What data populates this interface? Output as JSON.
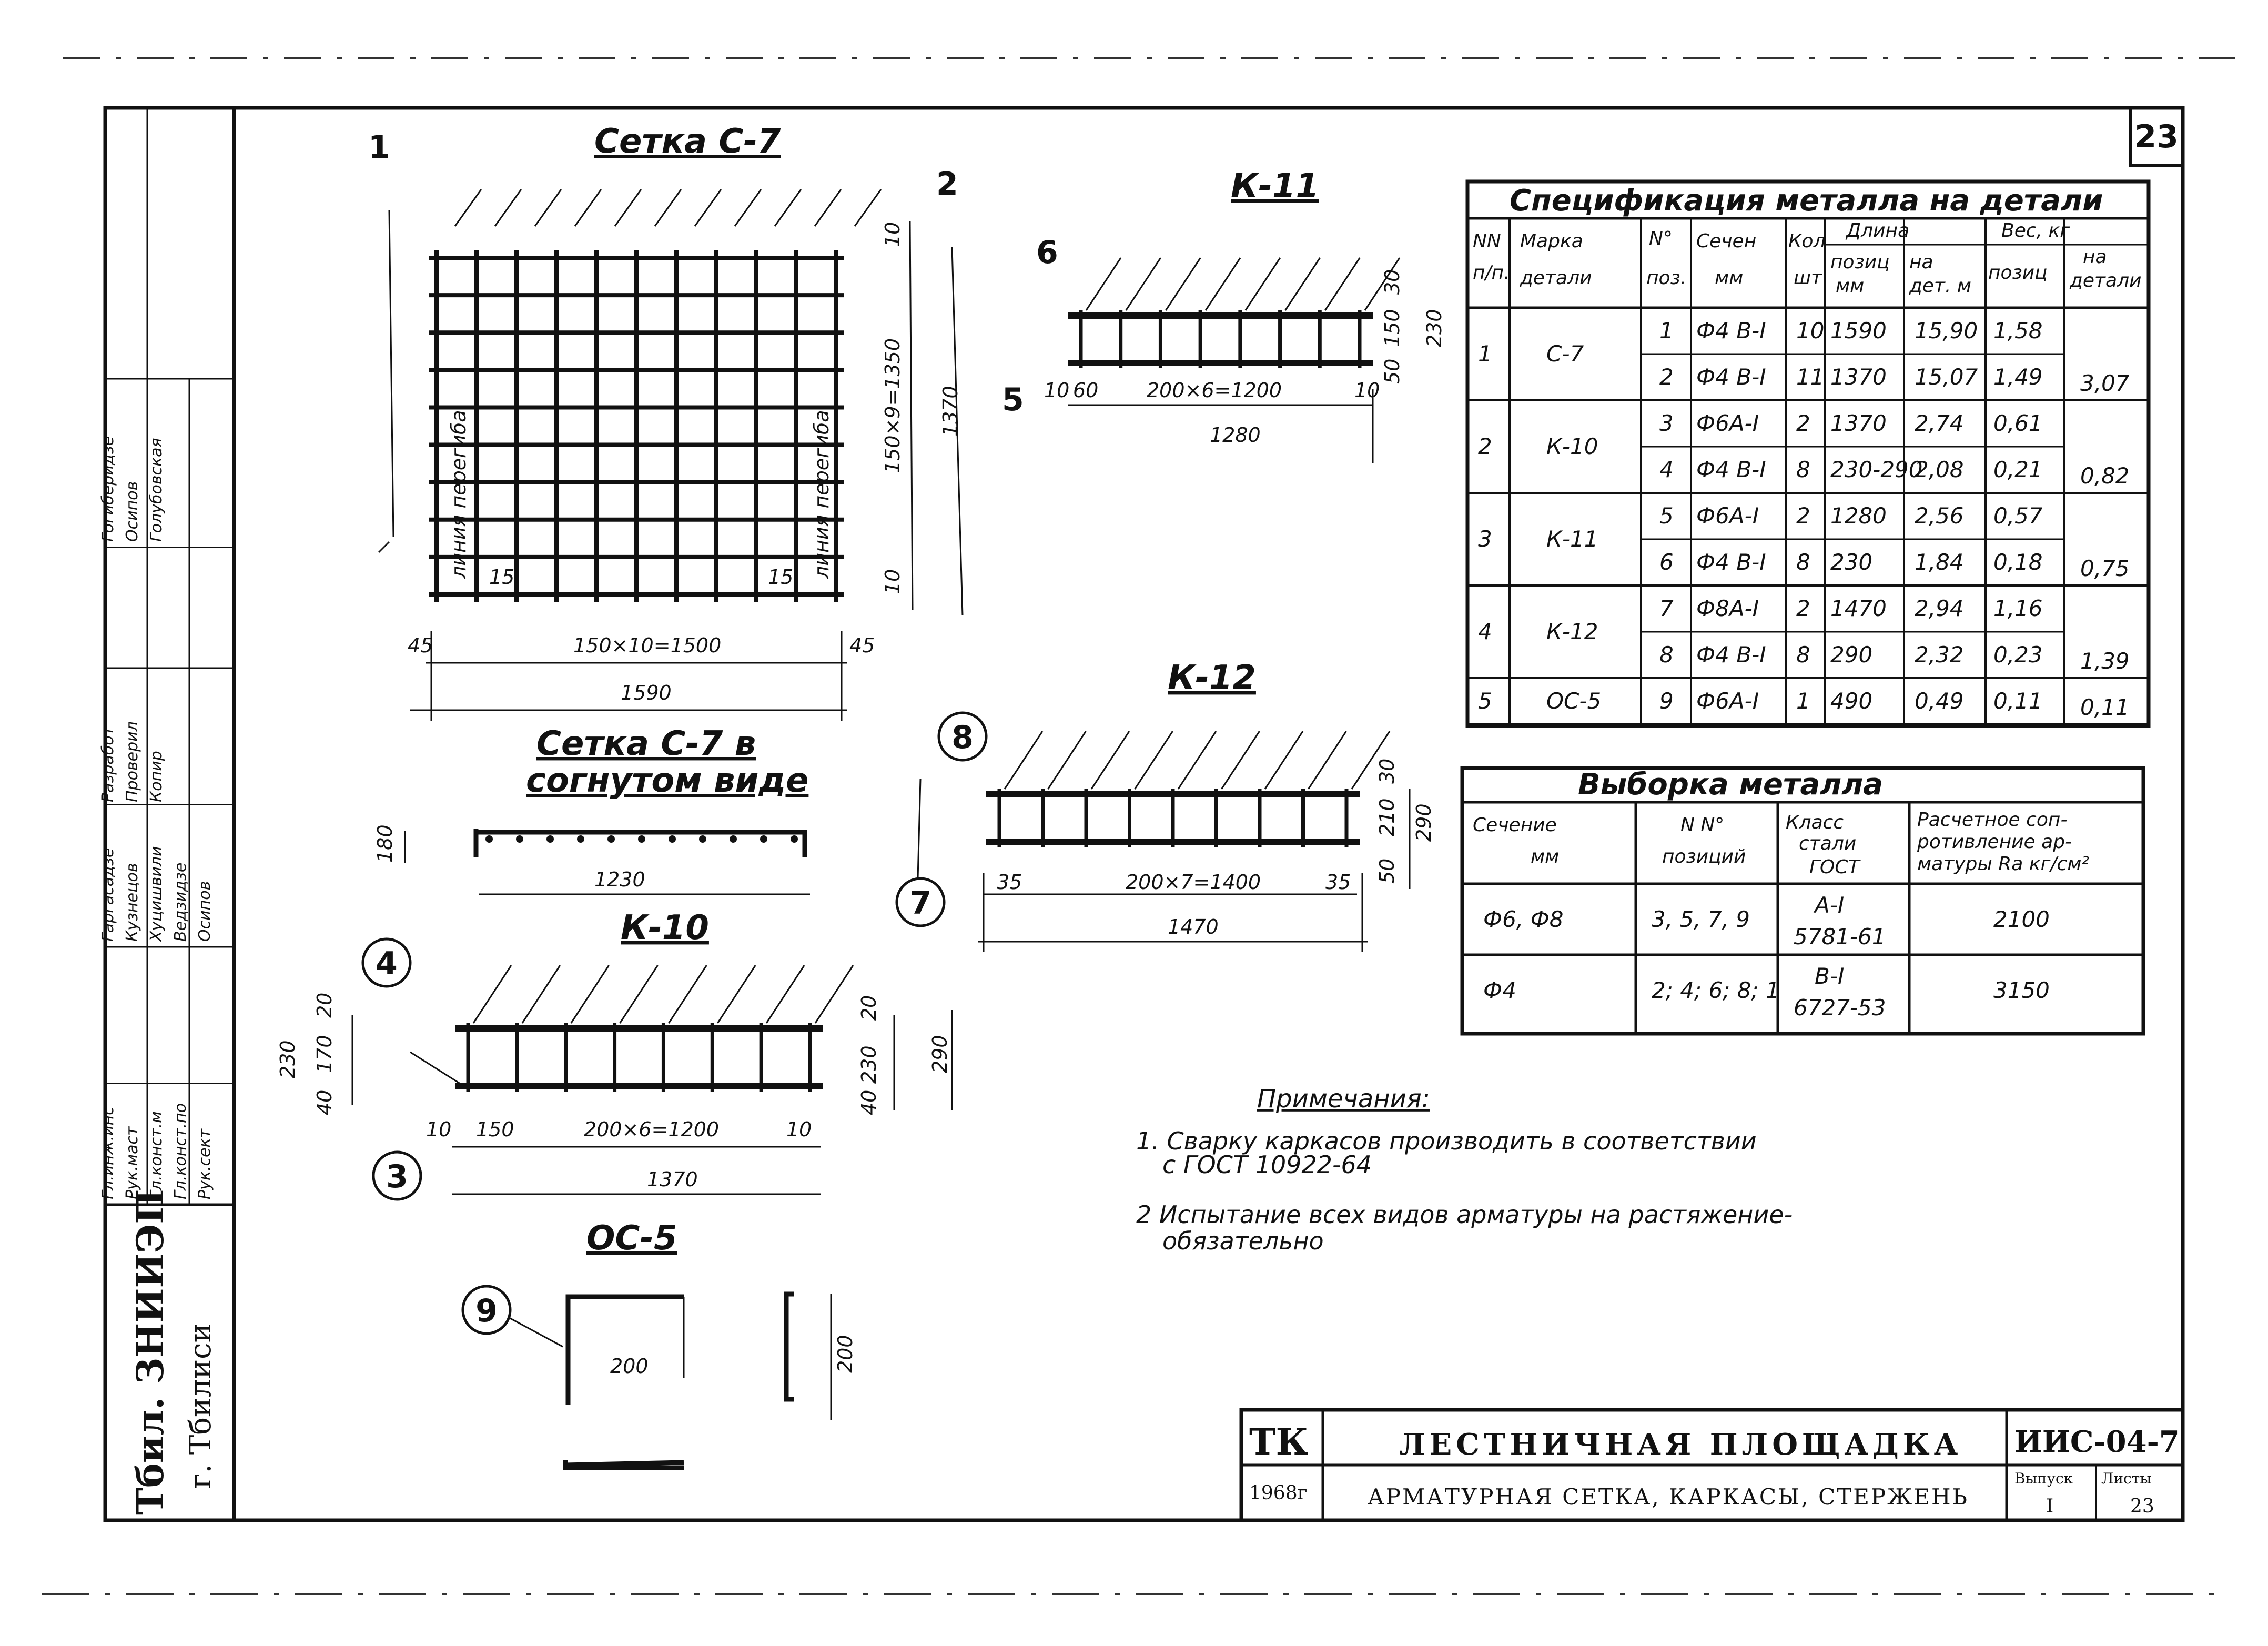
{
  "sheet_number": "23",
  "meshes": {
    "c7": {
      "title": "Сетка С-7",
      "pos_num_1": "1",
      "pos_num_2": "2",
      "cell_15_left": "15",
      "cell_15_right": "15",
      "side_note": "линия перегиба",
      "dim_top_10": "10",
      "dim_bottom_10": "10",
      "dim_vert_spacing": "150×9=1350",
      "dim_total_height": "1370",
      "dim_left_45": "45",
      "dim_right_45": "45",
      "dim_horiz_spacing": "150×10=1500",
      "dim_total_width": "1590"
    },
    "c7_bent": {
      "title_line1": "Сетка С-7 в",
      "title_line2": "согнутом виде",
      "dim_height": "180",
      "dim_length": "1230"
    },
    "k10": {
      "title": "К-10",
      "pos_num_4": "4",
      "pos_num_3": "3",
      "dim_left_230": "230",
      "dim_20": "20",
      "dim_170": "170",
      "dim_40": "40",
      "dim_right_20": "20",
      "dim_right_230": "230",
      "dim_right_40": "40",
      "dim_290": "290",
      "dim_10_left": "10",
      "dim_150": "150",
      "dim_spacing": "200×6=1200",
      "dim_10_right": "10",
      "dim_total": "1370"
    },
    "oc5": {
      "title": "ОС-5",
      "pos_num_9": "9",
      "dim_200_horiz": "200",
      "dim_200_vert": "200"
    },
    "k11": {
      "title": "К-11",
      "pos_num_6": "6",
      "pos_num_5": "5",
      "dim_30": "30",
      "dim_150": "150",
      "dim_50": "50",
      "dim_230": "230",
      "dim_10_left": "10",
      "dim_60": "60",
      "dim_spacing": "200×6=1200",
      "dim_10_right": "10",
      "dim_total": "1280"
    },
    "k12": {
      "title": "К-12",
      "pos_num_8": "8",
      "pos_num_7": "7",
      "dim_30": "30",
      "dim_210": "210",
      "dim_50": "50",
      "dim_290": "290",
      "dim_35_left": "35",
      "dim_spacing": "200×7=1400",
      "dim_35_right": "35",
      "dim_total": "1470"
    }
  },
  "spec_table": {
    "title": "Спецификация металла на детали",
    "headers": {
      "nn": "NN п/п.",
      "mark": "Марка детали",
      "pos": "N° поз.",
      "section": "Сечен мм",
      "qty": "Кол шт",
      "length": "Длина",
      "length_pos": "позиц мм",
      "length_det": "на дет. м",
      "weight": "Вес, кг",
      "weight_pos": "позиц",
      "weight_det": "на детали"
    },
    "groups": [
      {
        "nn": "1",
        "mark": "С-7",
        "total": "3,07",
        "rows": [
          {
            "pos": "1",
            "section": "Ф4 В-I",
            "qty": "10",
            "len_mm": "1590",
            "len_m": "15,90",
            "w": "1,58"
          },
          {
            "pos": "2",
            "section": "Ф4 В-I",
            "qty": "11",
            "len_mm": "1370",
            "len_m": "15,07",
            "w": "1,49"
          }
        ]
      },
      {
        "nn": "2",
        "mark": "К-10",
        "total": "0,82",
        "rows": [
          {
            "pos": "3",
            "section": "Ф6А-I",
            "qty": "2",
            "len_mm": "1370",
            "len_m": "2,74",
            "w": "0,61"
          },
          {
            "pos": "4",
            "section": "Ф4 В-I",
            "qty": "8",
            "len_mm": "230-290",
            "len_m": "2,08",
            "w": "0,21"
          }
        ]
      },
      {
        "nn": "3",
        "mark": "К-11",
        "total": "0,75",
        "rows": [
          {
            "pos": "5",
            "section": "Ф6А-I",
            "qty": "2",
            "len_mm": "1280",
            "len_m": "2,56",
            "w": "0,57"
          },
          {
            "pos": "6",
            "section": "Ф4 В-I",
            "qty": "8",
            "len_mm": "230",
            "len_m": "1,84",
            "w": "0,18"
          }
        ]
      },
      {
        "nn": "4",
        "mark": "К-12",
        "total": "1,39",
        "rows": [
          {
            "pos": "7",
            "section": "Ф8А-I",
            "qty": "2",
            "len_mm": "1470",
            "len_m": "2,94",
            "w": "1,16"
          },
          {
            "pos": "8",
            "section": "Ф4 В-I",
            "qty": "8",
            "len_mm": "290",
            "len_m": "2,32",
            "w": "0,23"
          }
        ]
      },
      {
        "nn": "5",
        "mark": "ОС-5",
        "total": "0,11",
        "rows": [
          {
            "pos": "9",
            "section": "Ф6А-I",
            "qty": "1",
            "len_mm": "490",
            "len_m": "0,49",
            "w": "0,11"
          }
        ]
      }
    ]
  },
  "selection_table": {
    "title": "Выборка металла",
    "headers": {
      "section": "Сечение мм",
      "positions": "N N° позиций",
      "steel_class": "Класс стали ГОСТ",
      "resistance": "Расчетное сопротивление арматуры Ra кг/см²"
    },
    "rows": [
      {
        "section": "Ф6, Ф8",
        "positions": "3, 5, 7, 9",
        "class": "А-I",
        "gost": "5781-61",
        "ra": "2100"
      },
      {
        "section": "Ф4",
        "positions": "2; 4; 6; 8; 1",
        "class": "В-I",
        "gost": "6727-53",
        "ra": "3150"
      }
    ]
  },
  "notes": {
    "title": "Примечания:",
    "item1_line1": "1. Сварку каркасов производить в соответствии",
    "item1_line2": "с ГОСТ 10922-64",
    "item2_line1": "2 Испытание всех видов арматуры на растяжение-",
    "item2_line2": "обязательно"
  },
  "title_block": {
    "tk": "ТК",
    "year": "1968г",
    "title": "ЛЕСТНИЧНАЯ ПЛОЩАДКА",
    "subtitle": "АРМАТУРНАЯ СЕТКА, КАРКАСЫ, СТЕРЖЕНЬ",
    "code": "ИИС-04-7",
    "issue_label": "Выпуск",
    "issue": "I",
    "sheet_label": "Листы",
    "sheet": "23"
  },
  "side_stamp": {
    "org": "Тбил. ЗНИИЭП",
    "city": "г. Тбилиси",
    "roles": [
      "Гл.инж.инс",
      "Рук.маст",
      "Гл.конст.м",
      "Гл.конст.по",
      "Рук.сект"
    ],
    "roles2": [
      "Гаргасадзе",
      "Кузнецов",
      "Хуцишвили",
      "Ведзидзе",
      "Осипов"
    ],
    "roles3": [
      "Разработ",
      "Проверил",
      "Копир"
    ],
    "names": [
      "Гогиберидзе",
      "Осипов",
      "Голубовская"
    ]
  }
}
